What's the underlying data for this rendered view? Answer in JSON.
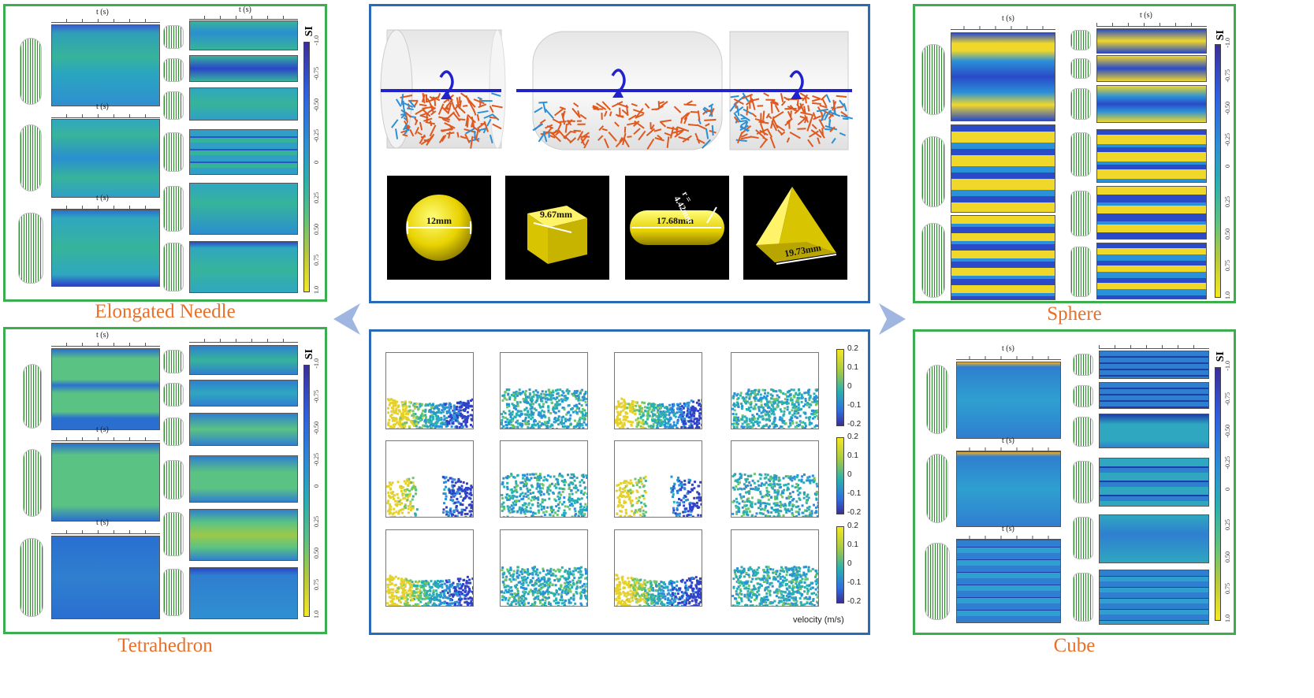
{
  "panels": {
    "needle": {
      "caption": "Elongated Needle"
    },
    "sphere": {
      "caption": "Sphere"
    },
    "tetra": {
      "caption": "Tetrahedron"
    },
    "cube": {
      "caption": "Cube"
    }
  },
  "time_axis_label": "t (s)",
  "si_label": "SI",
  "si_ticks": [
    "-1.0",
    "-0.75",
    "-0.50",
    "-0.25",
    "0",
    "0.25",
    "0.50",
    "0.75",
    "1.0"
  ],
  "shape_dims": {
    "sphere": "12mm",
    "cube": "9.67mm",
    "capsule": "17.68mm",
    "capsule_radius": "r = 4.42mm",
    "tetra": "19.73mm"
  },
  "velocity_ticks": [
    "0.2",
    "0.1",
    "0",
    "-0.1",
    "-0.2"
  ],
  "velocity_label": "velocity  (m/s)",
  "colors": {
    "panel_green": "#3cae4f",
    "panel_blue": "#2a6bb8",
    "caption_orange": "#e8702a",
    "arrow_blue": "#9fb7e0"
  },
  "icons": [
    "chevron-left-icon",
    "chevron-right-icon"
  ]
}
